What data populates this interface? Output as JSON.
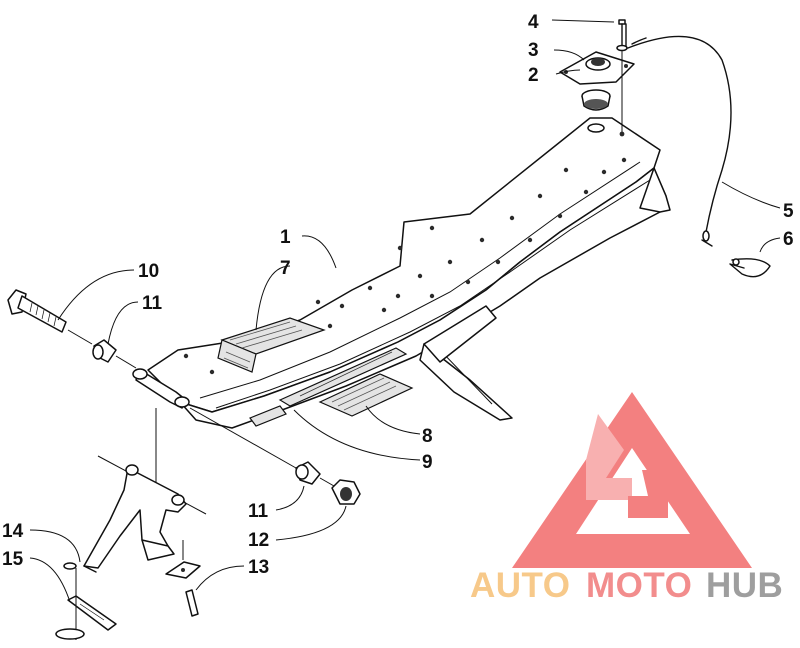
{
  "callouts": [
    {
      "id": "c1",
      "text": "1"
    },
    {
      "id": "c2",
      "text": "2"
    },
    {
      "id": "c3",
      "text": "3"
    },
    {
      "id": "c4",
      "text": "4"
    },
    {
      "id": "c5",
      "text": "5"
    },
    {
      "id": "c6",
      "text": "6"
    },
    {
      "id": "c7",
      "text": "7"
    },
    {
      "id": "c8",
      "text": "8"
    },
    {
      "id": "c9",
      "text": "9"
    },
    {
      "id": "c10",
      "text": "10"
    },
    {
      "id": "c11a",
      "text": "11"
    },
    {
      "id": "c11b",
      "text": "11"
    },
    {
      "id": "c12",
      "text": "12"
    },
    {
      "id": "c13",
      "text": "13"
    },
    {
      "id": "c14",
      "text": "14"
    },
    {
      "id": "c15",
      "text": "15"
    }
  ],
  "watermark": {
    "part1": "AUTO",
    "part2": "MOTO",
    "part3": "HUB",
    "color_auto": "#f7c98a",
    "color_moto": "#f28d8d",
    "color_hub": "#9e9e9e",
    "logo_color": "#f26b6b"
  }
}
